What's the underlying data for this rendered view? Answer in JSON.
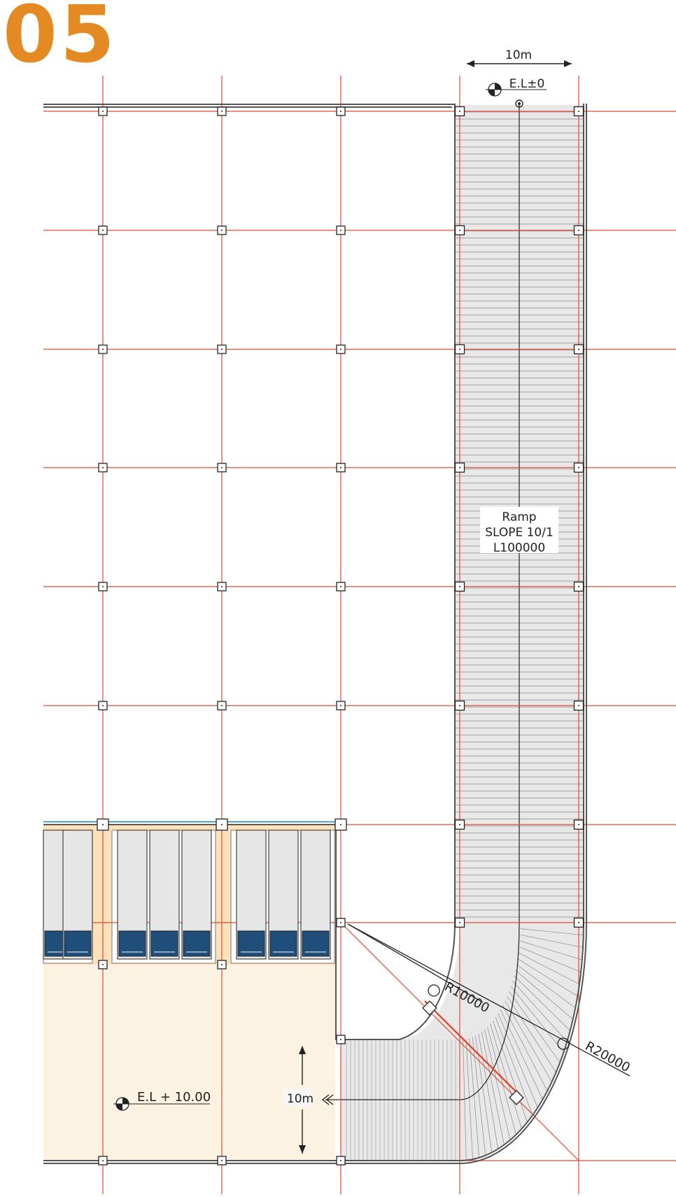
{
  "page_number": "05",
  "colors": {
    "grid": "#E04A35",
    "wall": "#555555",
    "ramp_fill": "#E8E8E8",
    "parking_fill": "#FBF2E1",
    "parking_band": "#FCE2BA",
    "car": "#1F4E7A",
    "accent": "#E38A22",
    "curtain_wall": "#4FA8D8"
  },
  "labels": {
    "dim_top": "10m",
    "el_top": "E.L±0",
    "ramp_title": "Ramp",
    "ramp_slope": "SLOPE 10/1",
    "ramp_length": "L100000",
    "radius_inner": "R10000",
    "radius_outer": "R20000",
    "el_bottom": "E.L + 10.00",
    "dim_bottom": "10m"
  },
  "icons": {
    "level_marker": "level-datum-icon",
    "arrow": "dimension-arrow-icon"
  }
}
